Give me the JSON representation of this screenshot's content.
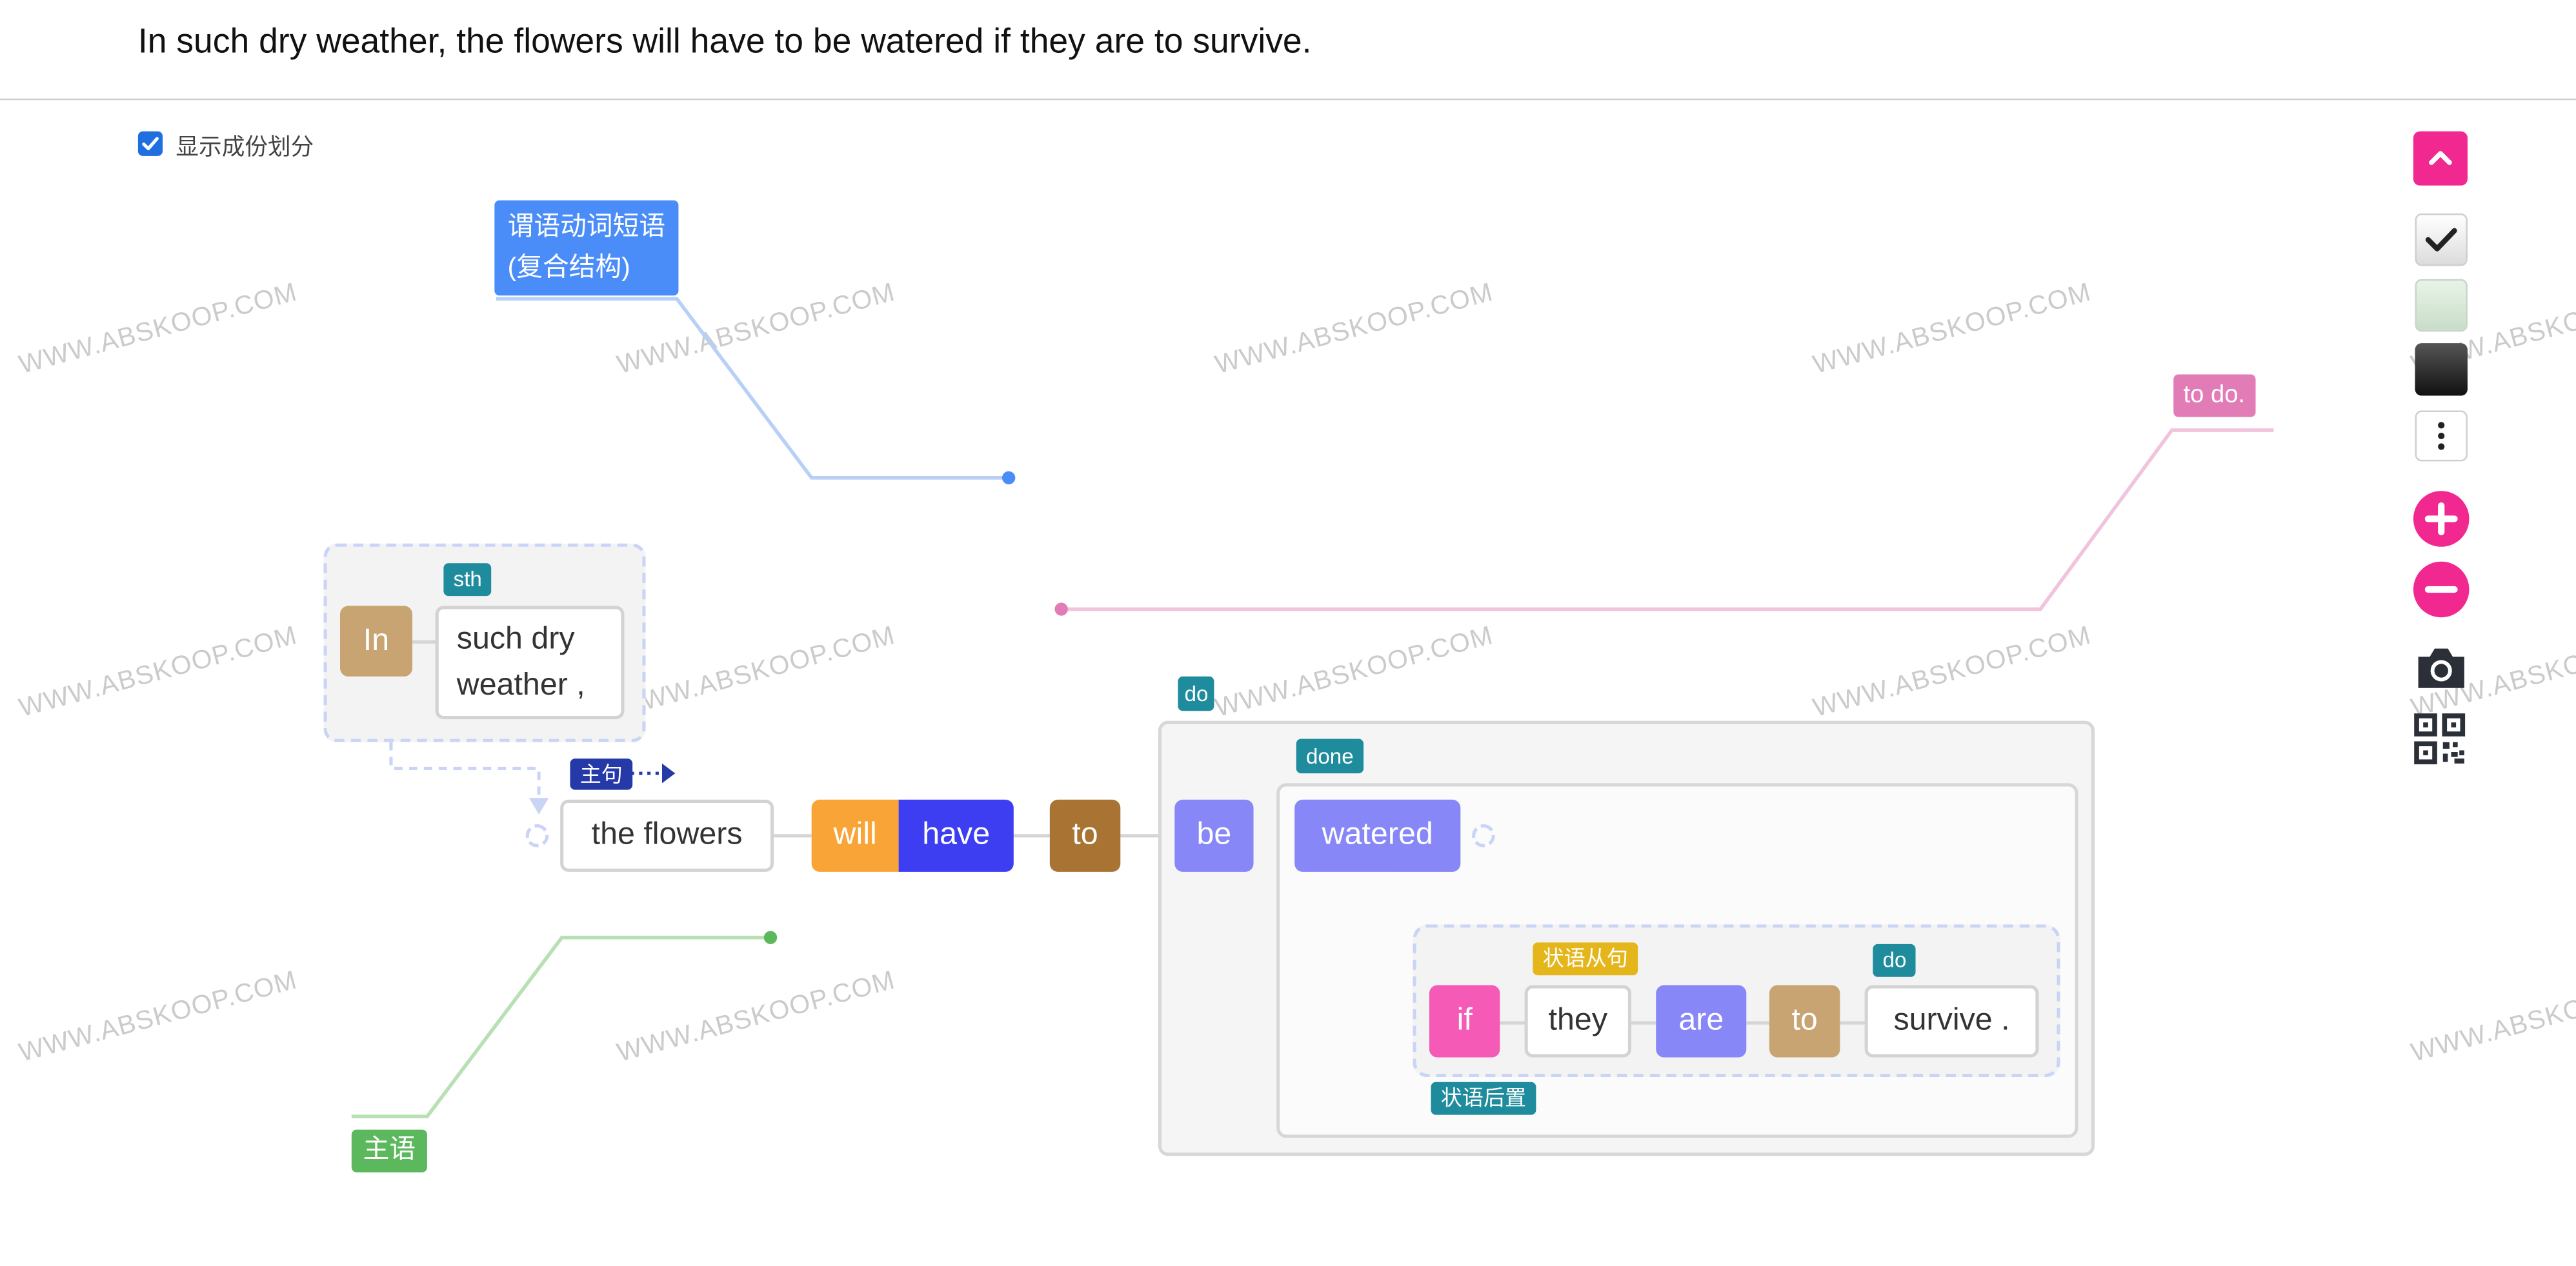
{
  "sentence": "In such dry weather, the flowers will have to be watered if they are to survive.",
  "show_parts": {
    "label": "显示成份划分",
    "checked": true
  },
  "watermark": "WWW.ABSKOOP.COM",
  "labels": {
    "predicate_phrase": [
      "谓语动词短语",
      "(复合结构)"
    ],
    "subject": "主语",
    "to_do": "to do."
  },
  "tags": {
    "sth": "sth",
    "main_clause": "主句",
    "do_outer": "do",
    "done": "done",
    "adv_clause": "状语从句",
    "do_inner": "do",
    "adv_postposed": "状语后置"
  },
  "tokens": {
    "in": "In",
    "such_dry_1": "such dry",
    "such_dry_2": "weather ,",
    "the_flowers": "the flowers",
    "will": "will",
    "have": "have",
    "to": "to",
    "be": "be",
    "watered": "watered",
    "if": "if",
    "they": "they",
    "are": "are",
    "to2": "to",
    "survive": "survive ."
  },
  "colors": {
    "in": "#c8a472",
    "will": "#f9a436",
    "have": "#3d3df2",
    "to": "#a97334",
    "be": "#8787f7",
    "watered": "#8787f7",
    "if": "#f55bb6",
    "are": "#8787f7",
    "to2": "#c8a472",
    "teal": "#1e8c9c",
    "navy": "#253aa8",
    "gold": "#e5b61c",
    "blue_label": "#4b8df8",
    "green_label": "#5cb85c",
    "pink_label": "#e27cb7",
    "toolbar_pink": "#f0288f"
  },
  "toolbar": [
    "chevron-up-icon",
    "check-icon",
    "light-theme-icon",
    "dark-theme-icon",
    "more-icon",
    "zoom-in-icon",
    "zoom-out-icon",
    "camera-icon",
    "qr-code-icon"
  ]
}
